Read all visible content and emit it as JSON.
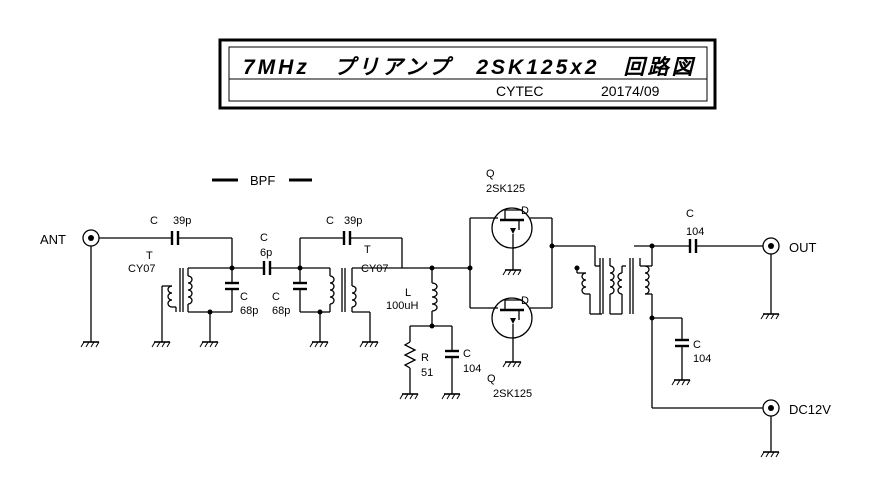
{
  "title": {
    "main": "7MHz　プリアンプ　2SK125x2　回路図",
    "maker": "CYTEC",
    "date": "20174/09"
  },
  "ports": {
    "ant": "ANT",
    "out": "OUT",
    "dc": "DC12V"
  },
  "bpf_label": "BPF",
  "components": {
    "c_in": {
      "ref": "C",
      "value": "39p"
    },
    "t1": {
      "ref": "T",
      "value": "CY07"
    },
    "c_68_1": {
      "ref": "C",
      "value": "68p"
    },
    "c_6": {
      "ref": "C",
      "value": "6p"
    },
    "c_68_2": {
      "ref": "C",
      "value": "68p"
    },
    "c_39_2": {
      "ref": "C",
      "value": "39p"
    },
    "t2": {
      "ref": "T",
      "value": "CY07"
    },
    "l1": {
      "ref": "L",
      "value": "100uH"
    },
    "r1": {
      "ref": "R",
      "value": "51"
    },
    "c_bypass1": {
      "ref": "C",
      "value": "104"
    },
    "q1": {
      "ref": "Q",
      "value": "2SK125",
      "pin_d": "D"
    },
    "q2": {
      "ref": "Q",
      "value": "2SK125",
      "pin_d": "D"
    },
    "c_out": {
      "ref": "C",
      "value": "104"
    },
    "c_bypass2": {
      "ref": "C",
      "value": "104"
    }
  },
  "colors": {
    "ink": "#000000",
    "paper": "#ffffff"
  }
}
